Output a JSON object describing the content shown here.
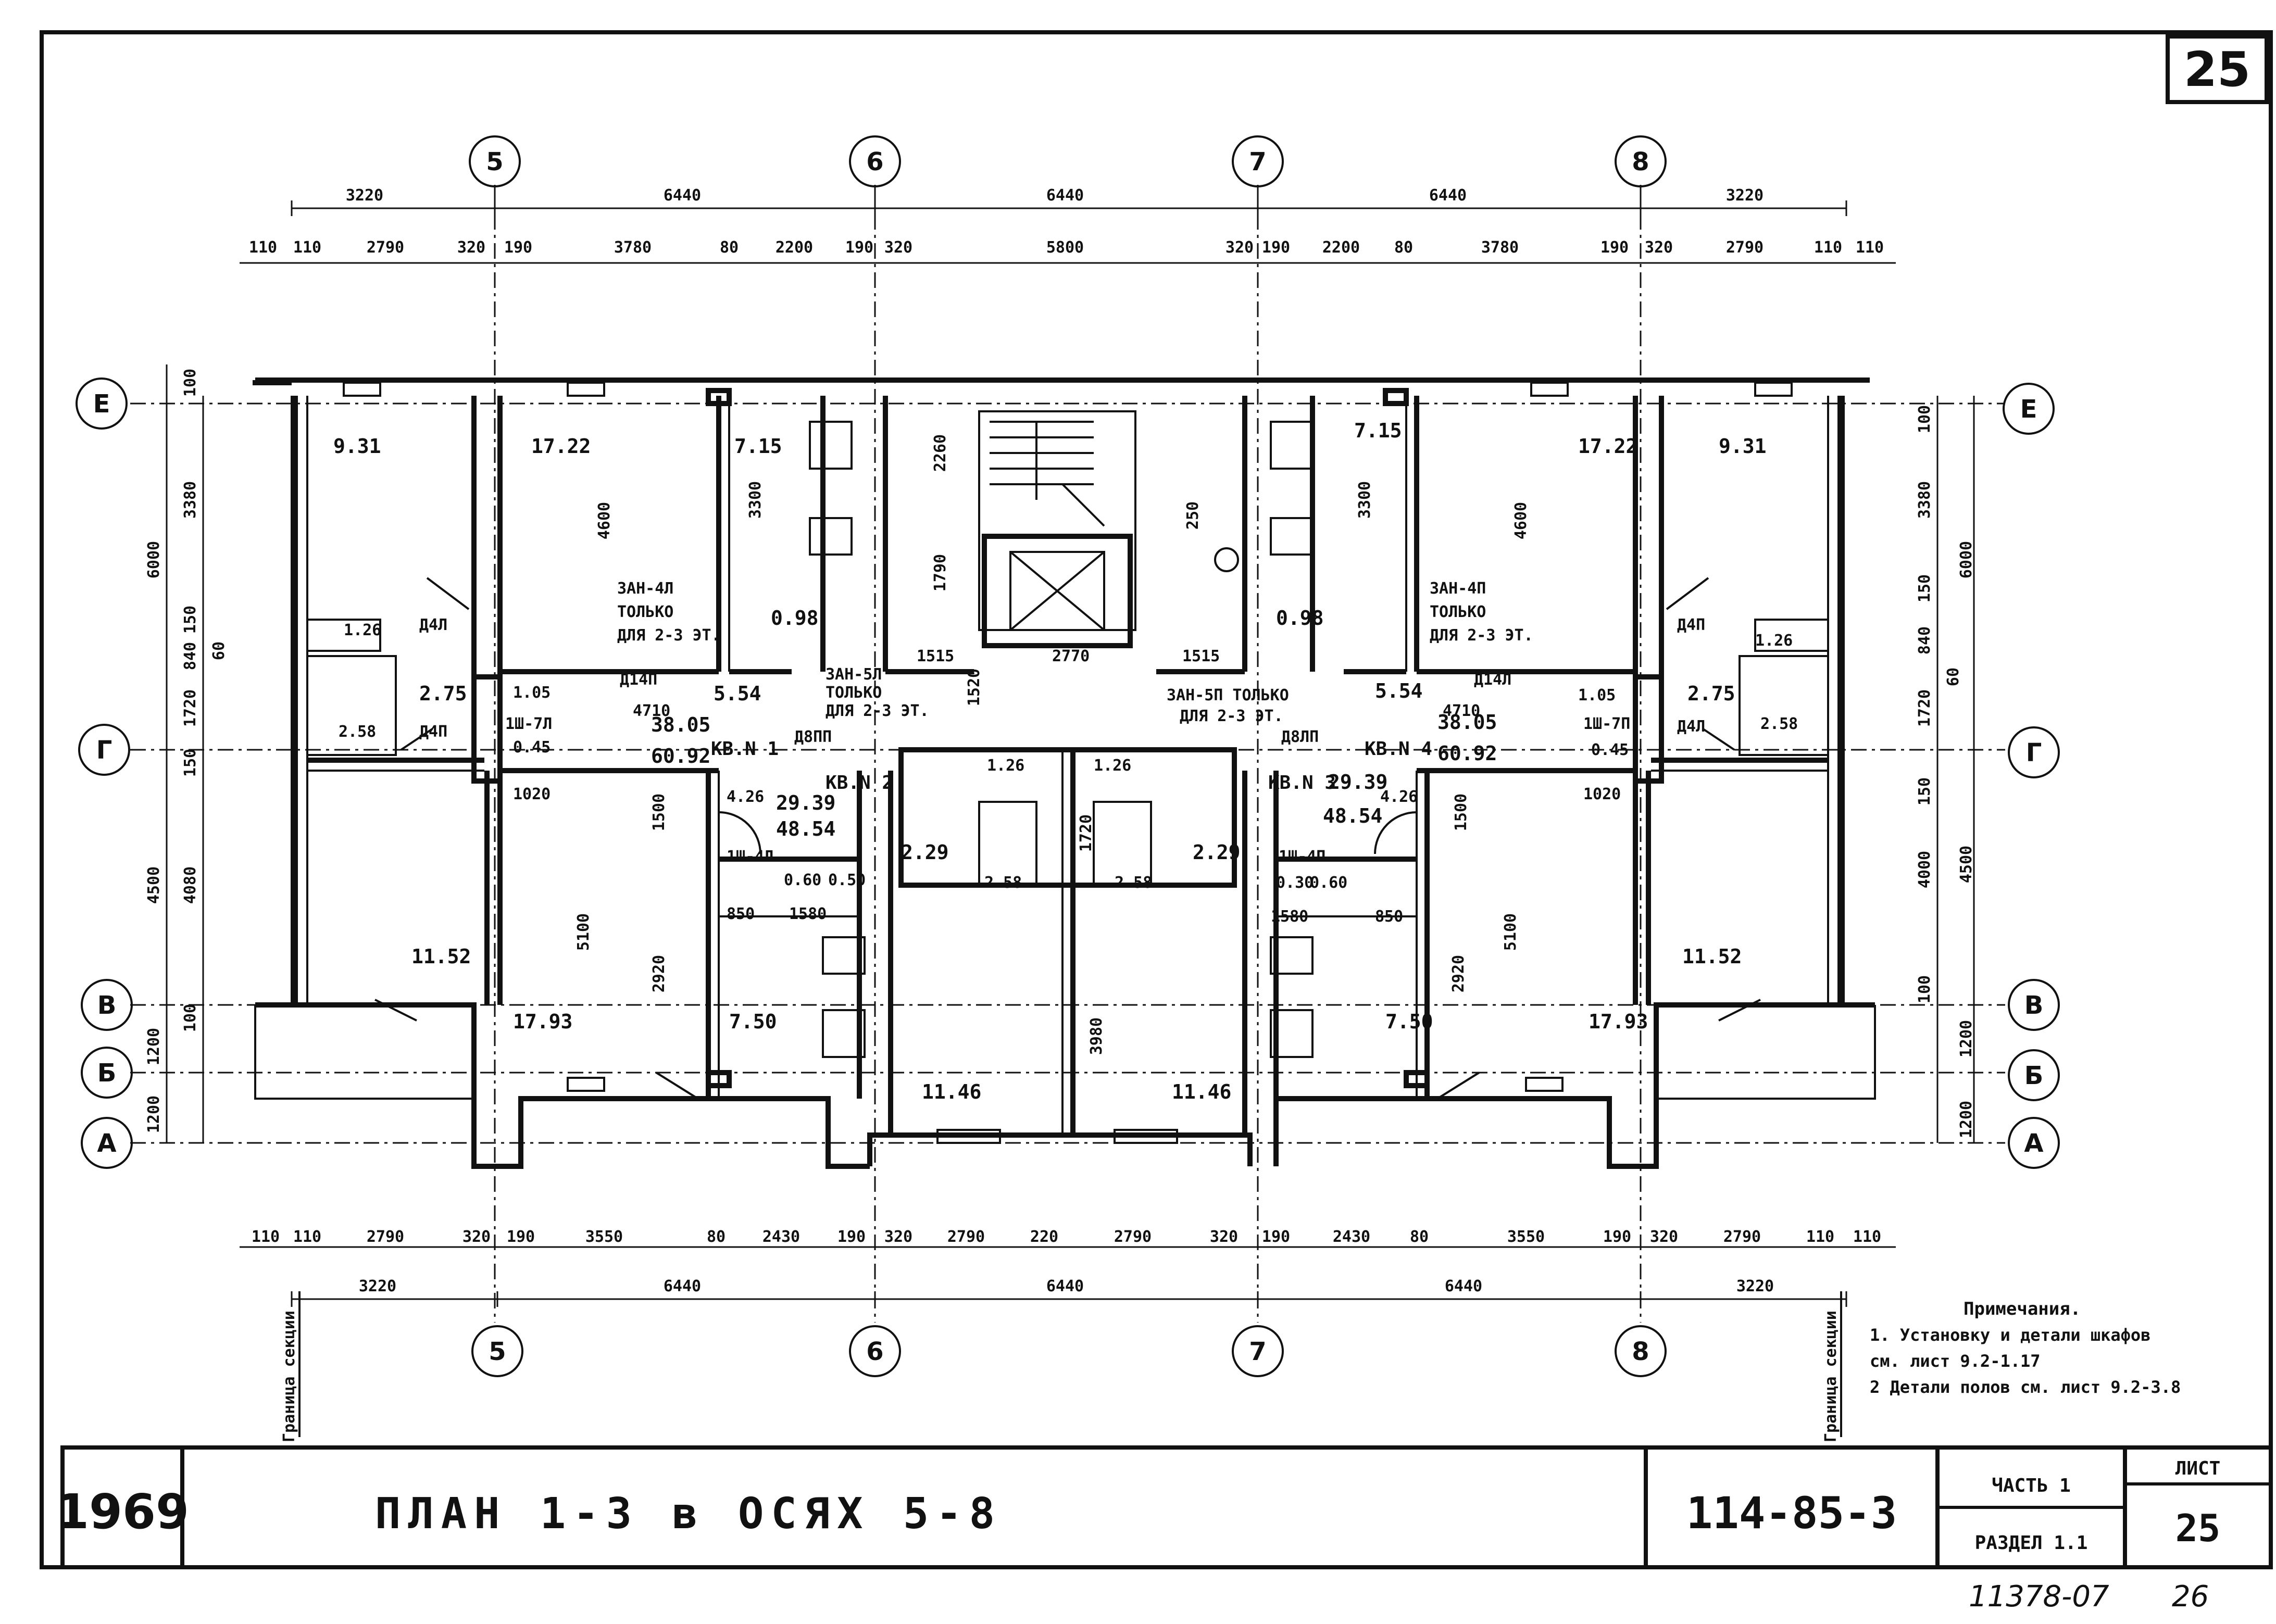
{
  "sheet": {
    "sheet_number_corner": "25",
    "year": "1969",
    "title": "ПЛАН 1-3 в ОСЯХ 5-8",
    "project_code": "114-85-3",
    "part": "ЧАСТЬ 1",
    "section": "РАЗДЕЛ 1.1",
    "sheet_label": "ЛИСТ",
    "sheet_value": "25",
    "handwritten_left": "11378-07",
    "handwritten_right": "26"
  },
  "notes": {
    "header": "Примечания.",
    "line1": "1. Установку и детали шкафов",
    "line2": "см. лист 9.2-1.17",
    "line3": "2 Детали полов см. лист 9.2-3.8"
  },
  "section_border_label": "Граница секции",
  "axes": {
    "vertical": [
      "5",
      "6",
      "7",
      "8"
    ],
    "horizontal": [
      "Е",
      "Г",
      "В",
      "Б",
      "А"
    ]
  },
  "dims_top": {
    "row1": [
      "3220",
      "6440",
      "6440",
      "6440",
      "3220"
    ],
    "row2": [
      "110",
      "110",
      "2790",
      "320",
      "190",
      "3780",
      "80",
      "2200",
      "190",
      "320",
      "5800",
      "320",
      "190",
      "2200",
      "80",
      "3780",
      "190",
      "320",
      "2790",
      "110",
      "110"
    ]
  },
  "dims_bottom": {
    "row1": [
      "110",
      "110",
      "2790",
      "320",
      "190",
      "3550",
      "80",
      "2430",
      "190",
      "320",
      "2790",
      "220",
      "2790",
      "320",
      "190",
      "2430",
      "80",
      "3550",
      "190",
      "320",
      "2790",
      "110",
      "110"
    ],
    "row2": [
      "3220",
      "6440",
      "6440",
      "6440",
      "3220"
    ]
  },
  "dims_left": [
    "100",
    "6000",
    "3380",
    "150",
    "840",
    "60",
    "1720",
    "150",
    "4500",
    "4080",
    "100",
    "1200",
    "1200"
  ],
  "dims_right": [
    "100",
    "6000",
    "3380",
    "150",
    "840",
    "60",
    "1720",
    "150",
    "4500",
    "4000",
    "100",
    "1200",
    "1200"
  ],
  "rooms": {
    "r_931_l": "9.31",
    "r_1722_l": "17.22",
    "r_715_l": "7.15",
    "r_098_l": "0.98",
    "r_126_l": "1.26",
    "r_275_l": "2.75",
    "r_258_l": "2.58",
    "r_105_l": "1.05",
    "r_554_l": "5.54",
    "r_3805_l": "38.05",
    "r_6092_l": "60.92",
    "r_045_l": "0.45",
    "r_1152_l": "11.52",
    "r_1793_l": "17.93",
    "r_750_l": "7.50",
    "r_426_l": "4.26",
    "r_2939_l": "29.39",
    "r_4854_l": "48.54",
    "r_229_l": "2.29",
    "r_060_l": "0.60",
    "r_050_l": "0.50",
    "r_1146_l": "11.46",
    "r_258c_l": "2.58",
    "r_126c_l": "1.26",
    "r_931_r": "9.31",
    "r_1722_r": "17.22",
    "r_715_r": "7.15",
    "r_098_r": "0.98",
    "r_126_r": "1.26",
    "r_275_r": "2.75",
    "r_258_r": "2.58",
    "r_105_r": "1.05",
    "r_554_r": "5.54",
    "r_3805_r": "38.05",
    "r_6092_r": "60.92",
    "r_045_r": "0.45",
    "r_1152_r": "11.52",
    "r_1793_r": "17.93",
    "r_750_r": "7.50",
    "r_426_r": "4.26",
    "r_2939_r": "29.39",
    "r_4854_r": "48.54",
    "r_229_r": "2.29",
    "r_060_r": "0.60",
    "r_030_r": "0.30",
    "r_1146_r": "11.46",
    "r_258c_r": "2.58",
    "r_126c_r": "1.26"
  },
  "apartments": {
    "kv1": "КВ.N 1",
    "kv2": "КВ.N 2",
    "kv3": "КВ.N 3",
    "kv4": "КВ.N 4"
  },
  "labels": {
    "zan4l": "ЗАН-4Л",
    "zan4p": "ЗАН-4П",
    "only23_l": "ТОЛЬКО",
    "only23_l2": "ДЛЯ 2-3 ЭТ.",
    "only23_r": "ТОЛЬКО",
    "only23_r2": "ДЛЯ 2-3 ЭТ.",
    "zan5l": "ЗАН-5Л",
    "zan5l_only": "ТОЛЬКО",
    "zan5l_floor": "ДЛЯ 2-3 ЭТ.",
    "zan5p": "ЗАН-5П ТОЛЬКО",
    "zan5p_floor": "ДЛЯ 2-3 ЭТ.",
    "d4l_1": "Д4Л",
    "d4p_1": "Д4П",
    "d4l_2": "Д4Л",
    "d4p_2": "Д4П",
    "d14p": "Д14П",
    "d14l": "Д14Л",
    "sh4l": "1Ш-4Л",
    "sh4p": "1Ш-4П",
    "sh7l": "1Ш-7Л",
    "sh7p": "1Ш-7П",
    "d8p": "Д8ПП",
    "d8l": "Д8ЛП"
  },
  "internal_dims": {
    "d4600_l": "4600",
    "d4600_r": "4600",
    "d3300_l": "3300",
    "d3300_r": "3300",
    "d5100_l": "5100",
    "d5100_r": "5100",
    "d2920_l": "2920",
    "d2920_r": "2920",
    "d2260": "2260",
    "d1790": "1790",
    "d1520": "1520",
    "d1515_l": "1515",
    "d2770": "2770",
    "d1515_r": "1515",
    "d3980": "3980",
    "d1720": "1720",
    "d250": "250",
    "d4710_l": "4710",
    "d4710_r": "4710",
    "d1020_l": "1020",
    "d1020_r": "1020",
    "d850_l": "850",
    "d850_r": "850",
    "d1580_l": "1580",
    "d1580_r": "1580",
    "d1500_l": "1500",
    "d1500_r": "1500"
  }
}
